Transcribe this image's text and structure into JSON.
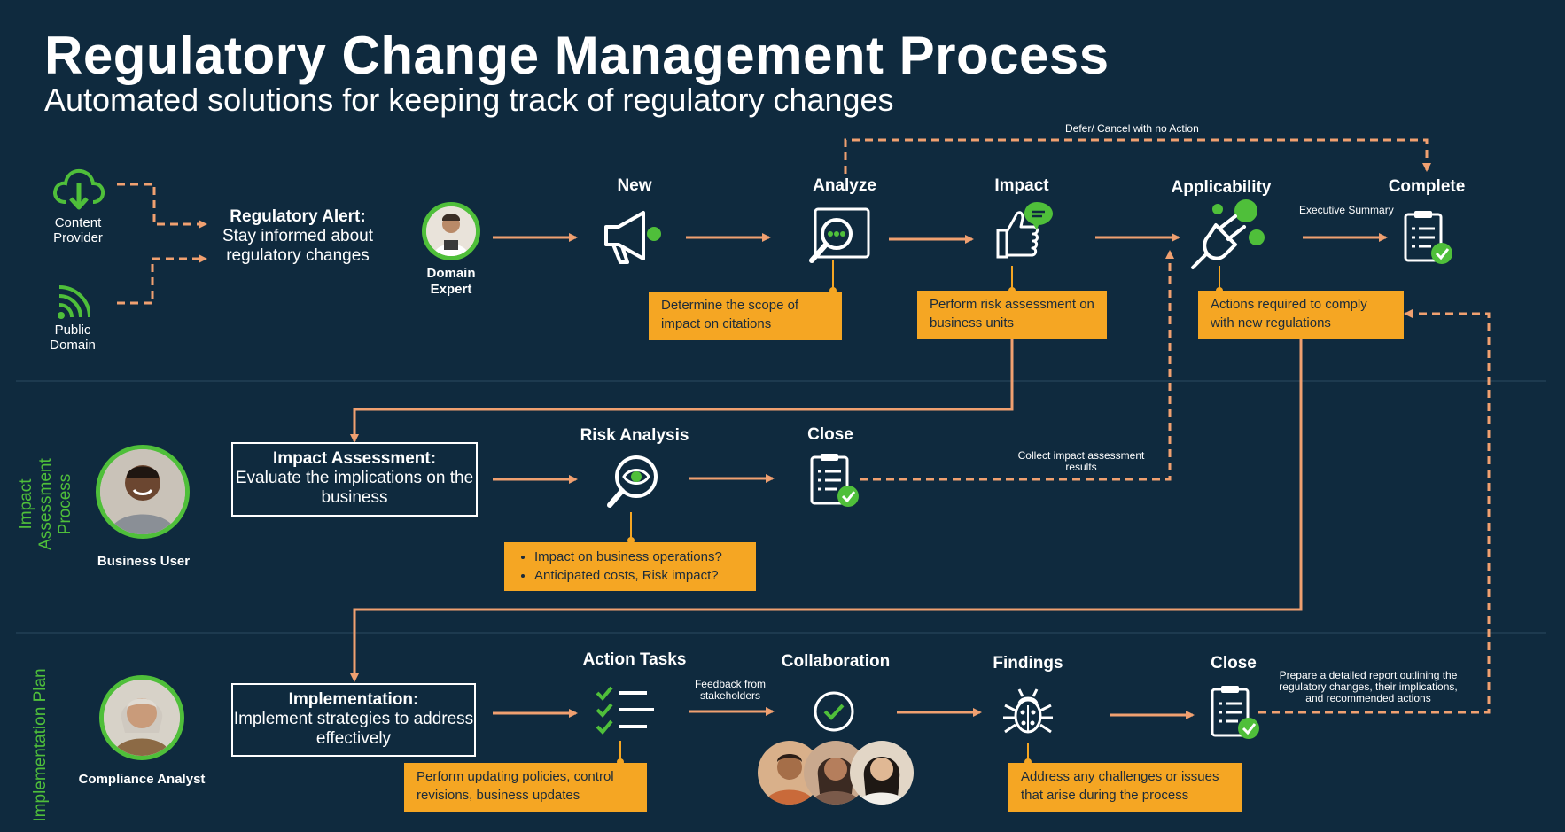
{
  "header": {
    "title": "Regulatory Change Management Process",
    "subtitle": "Automated solutions for keeping track of regulatory changes"
  },
  "sources": {
    "content_provider": "Content Provider",
    "public_domain": "Public Domain"
  },
  "alert": {
    "heading": "Regulatory Alert:",
    "body": "Stay informed about regulatory changes"
  },
  "roles": {
    "domain_expert": "Domain Expert",
    "business_user": "Business User",
    "compliance_analyst": "Compliance Analyst"
  },
  "lanes": {
    "impact_assessment": "Impact Assessment Process",
    "implementation": "Implementation Plan"
  },
  "stages": {
    "new": "New",
    "analyze": "Analyze",
    "impact": "Impact",
    "applicability": "Applicability",
    "complete": "Complete",
    "risk_analysis": "Risk Analysis",
    "close_1": "Close",
    "action_tasks": "Action Tasks",
    "collaboration": "Collaboration",
    "findings": "Findings",
    "close_2": "Close"
  },
  "connector_labels": {
    "defer": "Defer/ Cancel with no Action",
    "executive_summary": "Executive Summary",
    "collect": "Collect impact assessment results",
    "feedback": "Feedback from stakeholders",
    "prepare": "Prepare a detailed report outlining the regulatory changes, their implications, and recommended actions"
  },
  "notes": {
    "analyze": "Determine the scope of impact on citations",
    "impact": "Perform risk assessment on business units",
    "applicability": "Actions required to comply with new regulations",
    "risk_items": [
      "Impact on business operations?",
      "Anticipated costs, Risk impact?"
    ],
    "action_tasks": "Perform updating policies, control revisions, business updates",
    "findings": "Address any challenges or issues that arise during the process"
  },
  "boxes": {
    "impact_assessment": {
      "heading": "Impact Assessment:",
      "body": "Evaluate the implications on the business"
    },
    "implementation": {
      "heading": "Implementation:",
      "body": "Implement strategies to address effectively"
    }
  },
  "colors": {
    "background": "#0f2a3e",
    "accent_green": "#4fbf3a",
    "connector_orange": "#f0a070",
    "note_fill": "#f5a623",
    "text": "#ffffff"
  }
}
